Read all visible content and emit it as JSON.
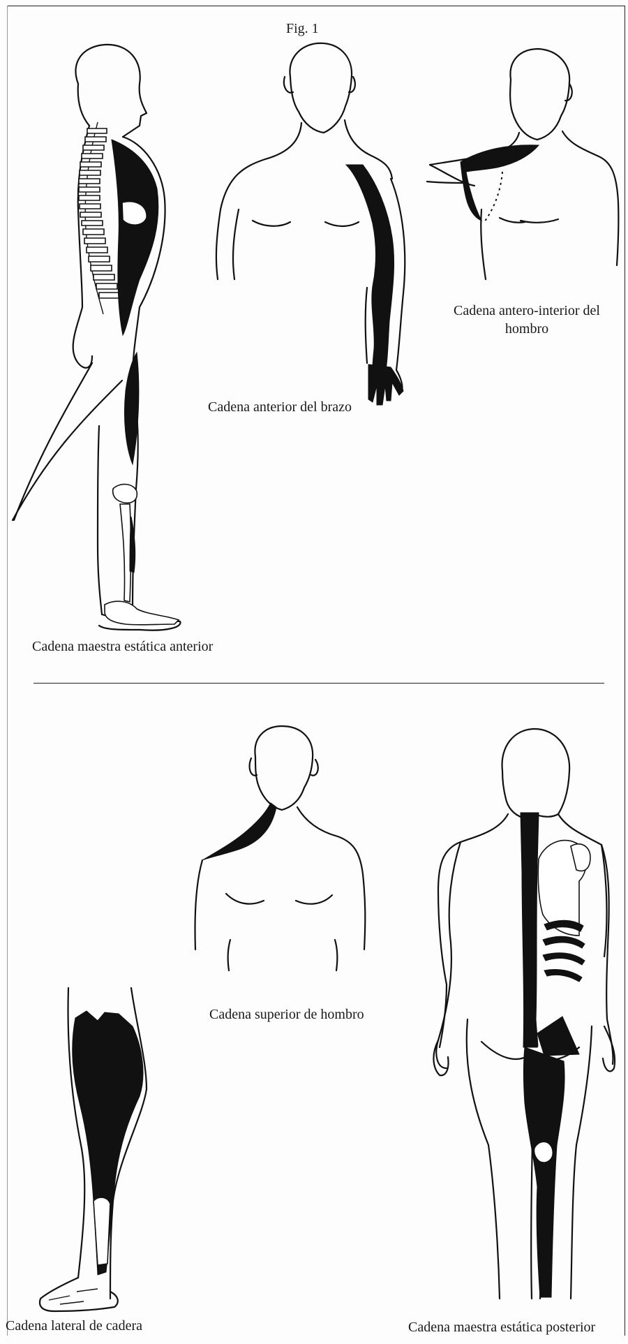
{
  "figure": {
    "title": "Fig. 1"
  },
  "captions": {
    "anterior_arm": "Cadena anterior del brazo",
    "antero_interior_shoulder": "Cadena antero-interior del hombro",
    "master_static_anterior": "Cadena maestra estática anterior",
    "superior_shoulder": "Cadena superior de hombro",
    "lateral_hip": "Cadena lateral de cadera",
    "master_static_posterior": "Cadena maestra estática posterior"
  }
}
